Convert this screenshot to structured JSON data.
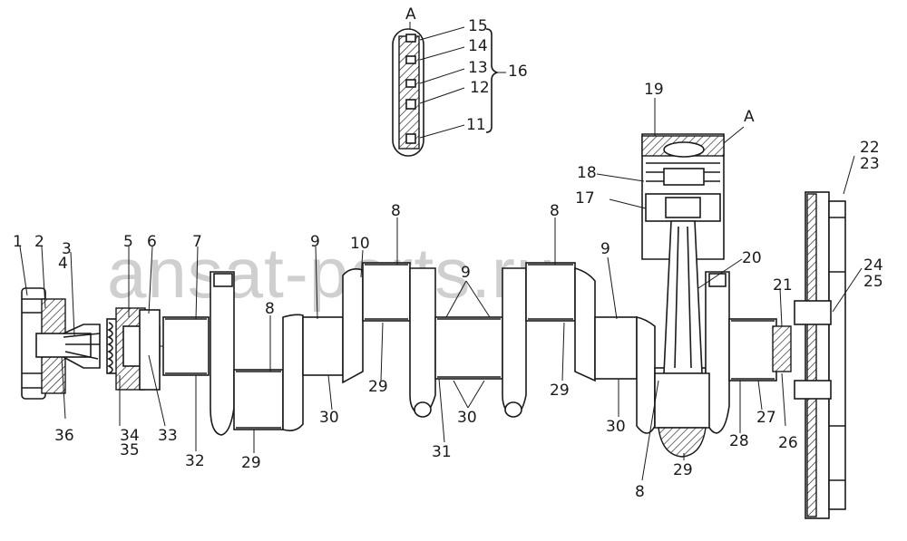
{
  "diagram": {
    "watermark": "ansat-parts.ru",
    "detail_label_top": "A",
    "detail_label_piston": "A",
    "callouts": [
      {
        "id": "c1",
        "text": "1"
      },
      {
        "id": "c2",
        "text": "2"
      },
      {
        "id": "c3",
        "text": "3"
      },
      {
        "id": "c4",
        "text": "4"
      },
      {
        "id": "c5",
        "text": "5"
      },
      {
        "id": "c6",
        "text": "6"
      },
      {
        "id": "c7",
        "text": "7"
      },
      {
        "id": "c8a",
        "text": "8"
      },
      {
        "id": "c8b",
        "text": "8"
      },
      {
        "id": "c8c",
        "text": "8"
      },
      {
        "id": "c8d",
        "text": "8"
      },
      {
        "id": "c9a",
        "text": "9"
      },
      {
        "id": "c9b",
        "text": "9"
      },
      {
        "id": "c9c",
        "text": "9"
      },
      {
        "id": "c10",
        "text": "10"
      },
      {
        "id": "c11",
        "text": "11"
      },
      {
        "id": "c12",
        "text": "12"
      },
      {
        "id": "c13",
        "text": "13"
      },
      {
        "id": "c14",
        "text": "14"
      },
      {
        "id": "c15",
        "text": "15"
      },
      {
        "id": "c16",
        "text": "16"
      },
      {
        "id": "c17",
        "text": "17"
      },
      {
        "id": "c18",
        "text": "18"
      },
      {
        "id": "c19",
        "text": "19"
      },
      {
        "id": "c20",
        "text": "20"
      },
      {
        "id": "c21",
        "text": "21"
      },
      {
        "id": "c22",
        "text": "22"
      },
      {
        "id": "c23",
        "text": "23"
      },
      {
        "id": "c24",
        "text": "24"
      },
      {
        "id": "c25",
        "text": "25"
      },
      {
        "id": "c26",
        "text": "26"
      },
      {
        "id": "c27",
        "text": "27"
      },
      {
        "id": "c28",
        "text": "28"
      },
      {
        "id": "c29a",
        "text": "29"
      },
      {
        "id": "c29b",
        "text": "29"
      },
      {
        "id": "c29c",
        "text": "29"
      },
      {
        "id": "c29d",
        "text": "29"
      },
      {
        "id": "c30a",
        "text": "30"
      },
      {
        "id": "c30b",
        "text": "30"
      },
      {
        "id": "c30c",
        "text": "30"
      },
      {
        "id": "c31",
        "text": "31"
      },
      {
        "id": "c32",
        "text": "32"
      },
      {
        "id": "c33",
        "text": "33"
      },
      {
        "id": "c34",
        "text": "34"
      },
      {
        "id": "c35",
        "text": "35"
      },
      {
        "id": "c36",
        "text": "36"
      }
    ]
  }
}
